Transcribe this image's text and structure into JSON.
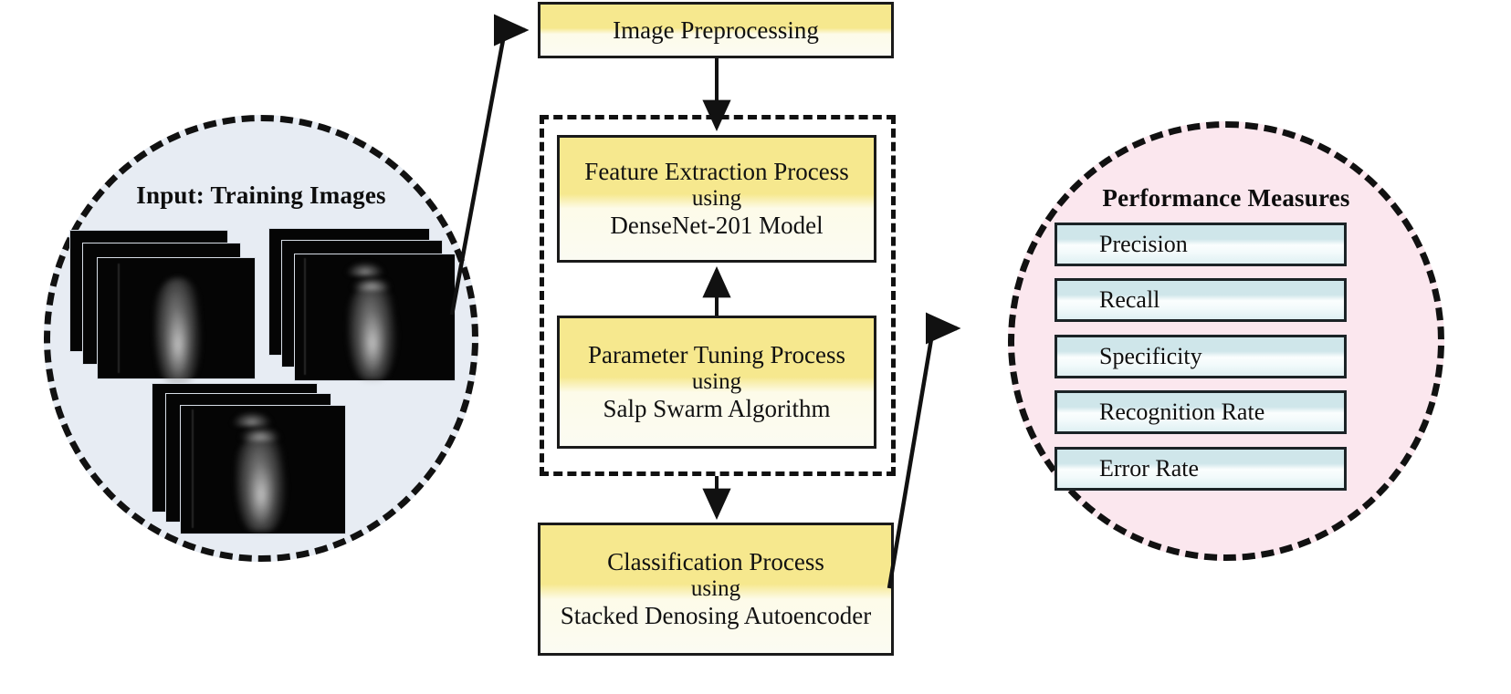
{
  "diagram": {
    "title_left": "Input: Training Images",
    "title_right": "Performance Measures"
  },
  "input_circle": {
    "label": "Input: Training Images",
    "stacks": [
      {
        "name": "training-image-stack-1",
        "sheets": 3
      },
      {
        "name": "training-image-stack-2",
        "sheets": 3
      },
      {
        "name": "training-image-stack-3",
        "sheets": 3
      }
    ]
  },
  "pipeline": {
    "preprocessing": {
      "line1": "Image Preprocessing",
      "line2": "",
      "line3": ""
    },
    "feature_extraction": {
      "line1": "Feature Extraction Process",
      "line2": "using",
      "line3": "DenseNet-201 Model"
    },
    "parameter_tuning": {
      "line1": "Parameter Tuning Process",
      "line2": "using",
      "line3": "Salp Swarm Algorithm"
    },
    "classification": {
      "line1": "Classification Process",
      "line2": "using",
      "line3": "Stacked Denosing Autoencoder"
    }
  },
  "output_circle": {
    "label": "Performance Measures",
    "measures": [
      {
        "label": "Precision"
      },
      {
        "label": "Recall"
      },
      {
        "label": "Specificity"
      },
      {
        "label": "Recognition Rate"
      },
      {
        "label": "Error Rate"
      }
    ]
  },
  "colors": {
    "input_circle_fill": "#e7ecf3",
    "output_circle_fill": "#fbe7ee",
    "process_box_top": "#f6e88e",
    "process_box_bottom": "#fbfbf2",
    "measure_box_top": "#cfe6ea",
    "measure_box_bottom": "#dff0f3",
    "stroke": "#111111"
  }
}
